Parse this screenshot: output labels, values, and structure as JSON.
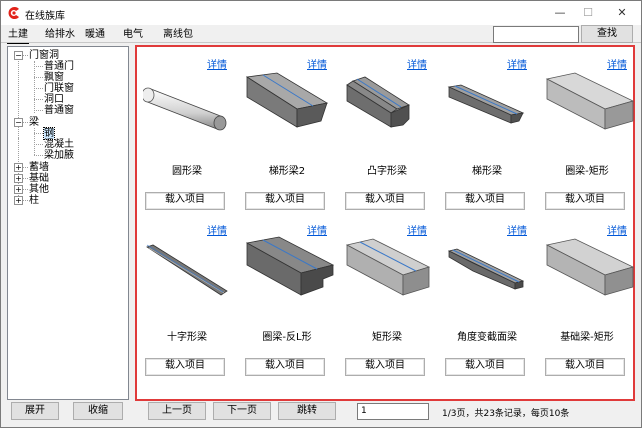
{
  "window": {
    "title": "在线族库",
    "min": "—",
    "max": "☐",
    "close": "✕",
    "brand_color": "#e2231a"
  },
  "tabs": [
    "土建",
    "给排水",
    "暖通",
    "电气",
    "离线包"
  ],
  "search": {
    "value": "",
    "button": "查找"
  },
  "tree": {
    "doors": {
      "label": "门窗洞",
      "children": [
        "普通门",
        "飘窗",
        "门联窗",
        "洞口",
        "普通窗"
      ]
    },
    "beam": {
      "label": "梁",
      "children": [
        "钢",
        "混凝土",
        "梁加腋"
      ]
    },
    "others": [
      "蓄墙",
      "基础",
      "其他",
      "柱"
    ]
  },
  "cards": [
    {
      "detail": "详情",
      "name": "圆形梁",
      "load": "载入项目",
      "icon": "round-beam-icon"
    },
    {
      "detail": "详情",
      "name": "梯形梁2",
      "load": "载入项目",
      "icon": "trapezoid-beam-icon"
    },
    {
      "detail": "详情",
      "name": "凸字形梁",
      "load": "载入项目",
      "icon": "convex-beam-icon"
    },
    {
      "detail": "详情",
      "name": "梯形梁",
      "load": "载入项目",
      "icon": "trapezoid-beam-icon"
    },
    {
      "detail": "详情",
      "name": "圈梁-矩形",
      "load": "载入项目",
      "icon": "ring-beam-icon"
    },
    {
      "detail": "详情",
      "name": "十字形梁",
      "load": "载入项目",
      "icon": "cross-beam-icon"
    },
    {
      "detail": "详情",
      "name": "圈梁-反L形",
      "load": "载入项目",
      "icon": "l-beam-icon"
    },
    {
      "detail": "详情",
      "name": "矩形梁",
      "load": "载入项目",
      "icon": "rect-beam-icon"
    },
    {
      "detail": "详情",
      "name": "角度变截面梁",
      "load": "载入项目",
      "icon": "tapered-beam-icon"
    },
    {
      "detail": "详情",
      "name": "基础梁-矩形",
      "load": "载入项目",
      "icon": "foundation-beam-icon"
    }
  ],
  "footer": {
    "expand": "展开",
    "collapse": "收缩",
    "prev": "上一页",
    "next": "下一页",
    "jump": "跳转",
    "page_value": "1",
    "info": "1/3页，共23条记录，每页10条"
  }
}
